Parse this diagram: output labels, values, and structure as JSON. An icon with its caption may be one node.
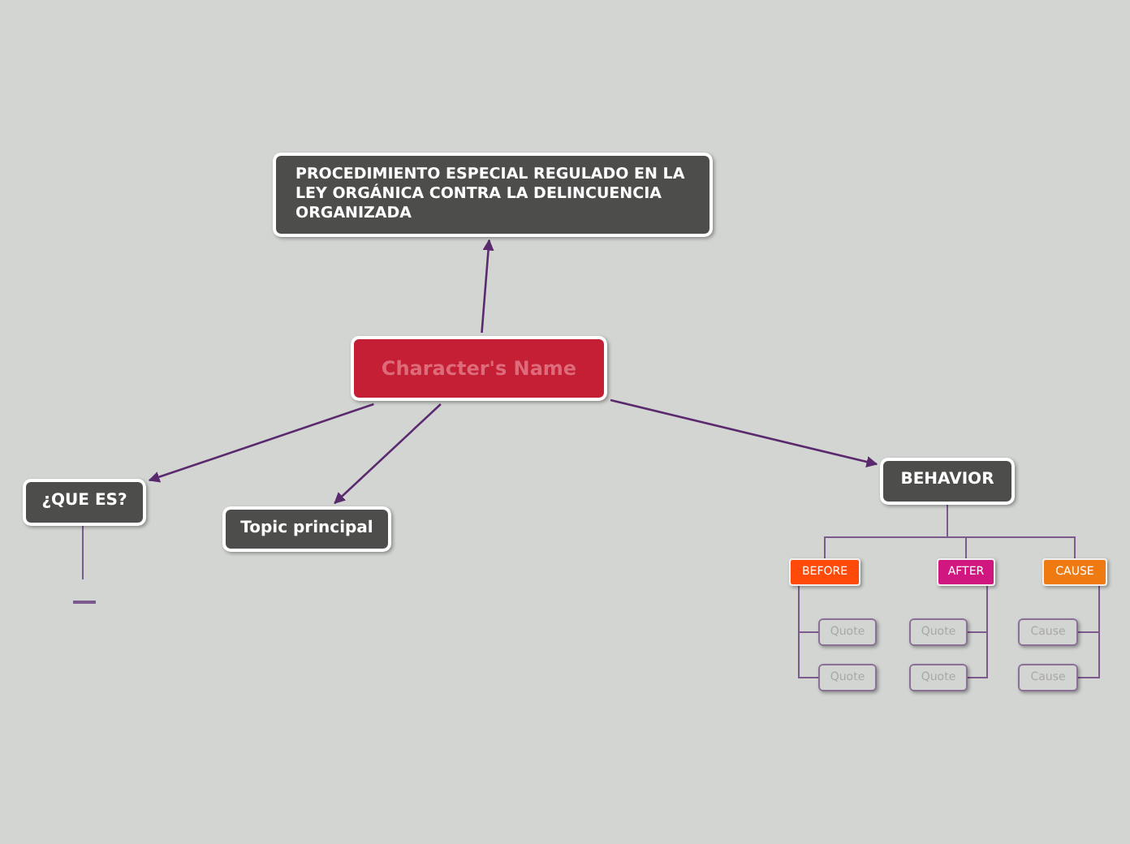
{
  "diagram": {
    "nodes": [
      {
        "text": [
          "Character's Name"
        ]
      },
      {
        "text": [
          "PROCEDIMIENTO ESPECIAL REGULADO EN LA LEY ORGÁNICA CONTRA LA DELINCUENCIA ORGANIZADA"
        ]
      },
      {
        "text": [
          "¿QUE ES?"
        ]
      },
      {
        "text": [
          "Topic principal"
        ]
      },
      {
        "text": [
          "BEHAVIOR"
        ]
      },
      {
        "text": [
          "BEFORE"
        ]
      },
      {
        "text": [
          "AFTER"
        ]
      },
      {
        "text": [
          "CAUSE"
        ]
      },
      {
        "text": [
          "Quote"
        ]
      },
      {
        "text": [
          "Quote"
        ]
      },
      {
        "text": [
          "Quote"
        ]
      },
      {
        "text": [
          "Quote"
        ]
      },
      {
        "text": [
          "Cause"
        ]
      },
      {
        "text": [
          "Cause"
        ]
      },
      {
        "text": [],
        "shape": "bar"
      }
    ],
    "edges": [
      {
        "from": 0,
        "to": 1,
        "arrow": "to"
      },
      {
        "from": 0,
        "to": 2,
        "arrow": "to"
      },
      {
        "from": 0,
        "to": 3,
        "arrow": "to"
      },
      {
        "from": 0,
        "to": 4,
        "arrow": "to"
      },
      {
        "from": 4,
        "to": 5,
        "arrow": "none"
      },
      {
        "from": 4,
        "to": 6,
        "arrow": "none"
      },
      {
        "from": 4,
        "to": 7,
        "arrow": "none"
      },
      {
        "from": 5,
        "to": 8,
        "arrow": "none"
      },
      {
        "from": 5,
        "to": 9,
        "arrow": "none"
      },
      {
        "from": 6,
        "to": 10,
        "arrow": "none"
      },
      {
        "from": 6,
        "to": 11,
        "arrow": "none"
      },
      {
        "from": 7,
        "to": 12,
        "arrow": "none"
      },
      {
        "from": 7,
        "to": 13,
        "arrow": "none"
      },
      {
        "from": 2,
        "to": 14,
        "arrow": "none"
      }
    ]
  }
}
